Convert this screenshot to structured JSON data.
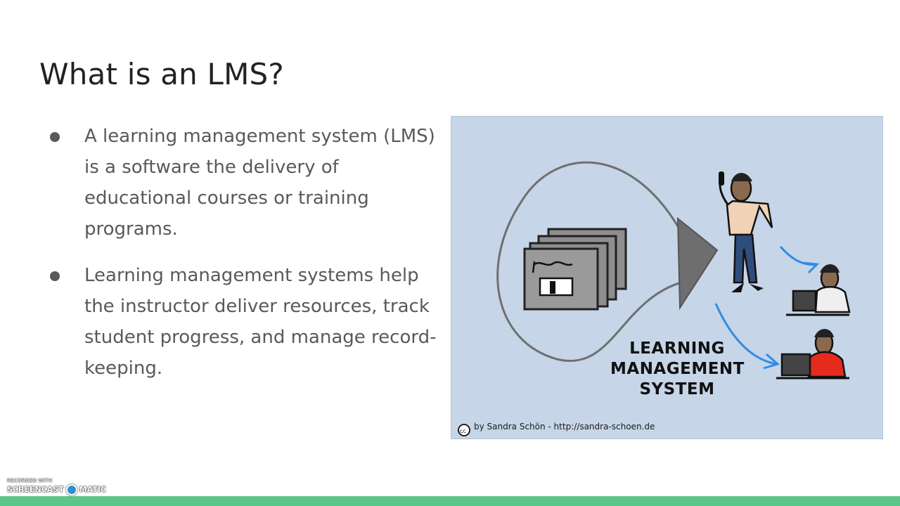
{
  "slide": {
    "title": "What is an LMS?",
    "bullets": [
      "A learning management system (LMS) is a software the delivery of educational courses or training programs.",
      "Learning management systems help the instructor deliver resources, track student progress, and manage record-keeping."
    ]
  },
  "figure": {
    "label_lines": [
      "LEARNING",
      "MANAGEMENT",
      "SYSTEM"
    ],
    "caption": "by Sandra Schön - http://sandra-schoen.de",
    "license_icon": "cc-icon",
    "background_color": "#c6d5e7"
  },
  "watermark": {
    "top_text": "RECORDED WITH",
    "brand_left": "SCREENCAST",
    "brand_right": "MATIC"
  },
  "colors": {
    "body_text": "#595959",
    "title_text": "#222222",
    "bottom_bar": "#5cc58a",
    "arrow_blue": "#2f8de4"
  }
}
